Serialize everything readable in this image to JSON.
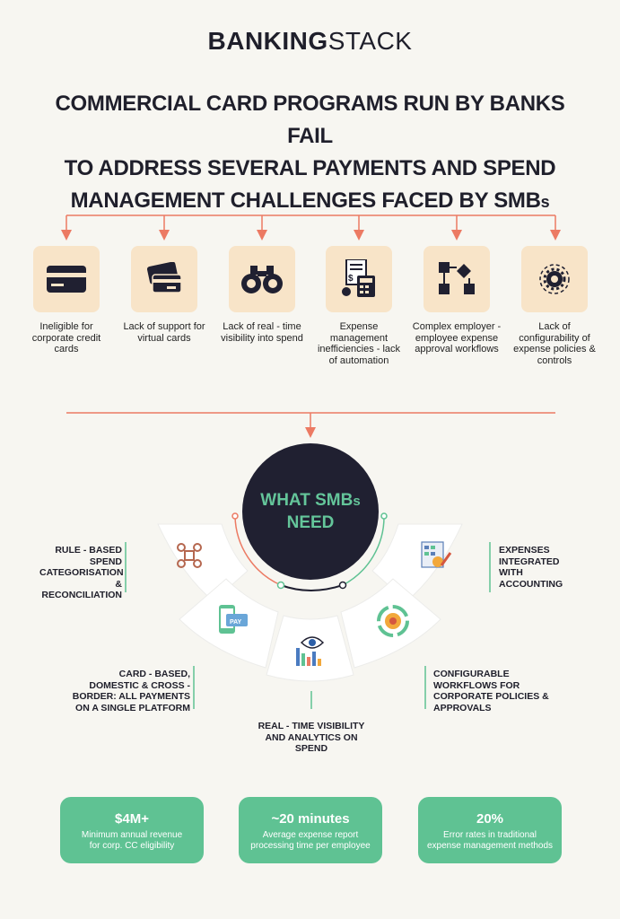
{
  "logo": {
    "bold": "BANKING",
    "light": "STACK"
  },
  "headline": {
    "line1": "COMMERCIAL CARD PROGRAMS RUN BY BANKS FAIL",
    "line2": "TO ADDRESS SEVERAL PAYMENTS AND SPEND",
    "line3_main": "MANAGEMENT CHALLENGES FACED BY SMB",
    "line3_small": "s"
  },
  "challenges": [
    {
      "icon": "credit-card-icon",
      "label": "Ineligible for corporate credit cards"
    },
    {
      "icon": "virtual-cards-icon",
      "label": "Lack of support for virtual cards"
    },
    {
      "icon": "binoculars-icon",
      "label": "Lack of real - time visibility into spend"
    },
    {
      "icon": "expense-calculator-icon",
      "label": "Expense management inefficiencies - lack of automation"
    },
    {
      "icon": "workflow-icon",
      "label": "Complex employer - employee expense approval workflows"
    },
    {
      "icon": "gear-settings-icon",
      "label": "Lack of configurability of expense policies & controls"
    }
  ],
  "center": {
    "line1_main": "WHAT SMB",
    "line1_small": "s",
    "line2": "NEED"
  },
  "needs": [
    {
      "icon": "command-icon",
      "label": "RULE - BASED SPEND CATEGORISATION & RECONCILIATION"
    },
    {
      "icon": "accounting-sheet-icon",
      "label": "EXPENSES INTEGRATED WITH ACCOUNTING"
    },
    {
      "icon": "mobile-pay-icon",
      "label": "CARD - BASED, DOMESTIC & CROSS - BORDER: ALL PAYMENTS ON A SINGLE PLATFORM"
    },
    {
      "icon": "analytics-eye-icon",
      "label": "REAL - TIME VISIBILITY AND ANALYTICS ON SPEND"
    },
    {
      "icon": "workflow-gear-icon",
      "label": "CONFIGURABLE WORKFLOWS FOR CORPORATE POLICIES & APPROVALS"
    }
  ],
  "stats": [
    {
      "value": "$4M+",
      "desc": "Minimum annual revenue for corp. CC eligibility"
    },
    {
      "value": "~20 minutes",
      "desc": "Average expense report processing time per employee"
    },
    {
      "value": "20%",
      "desc": "Error rates in traditional expense management methods"
    }
  ],
  "colors": {
    "accent_line": "#ec7a63",
    "tile": "#f8e4c8",
    "green": "#5fc293",
    "dark": "#202031"
  }
}
